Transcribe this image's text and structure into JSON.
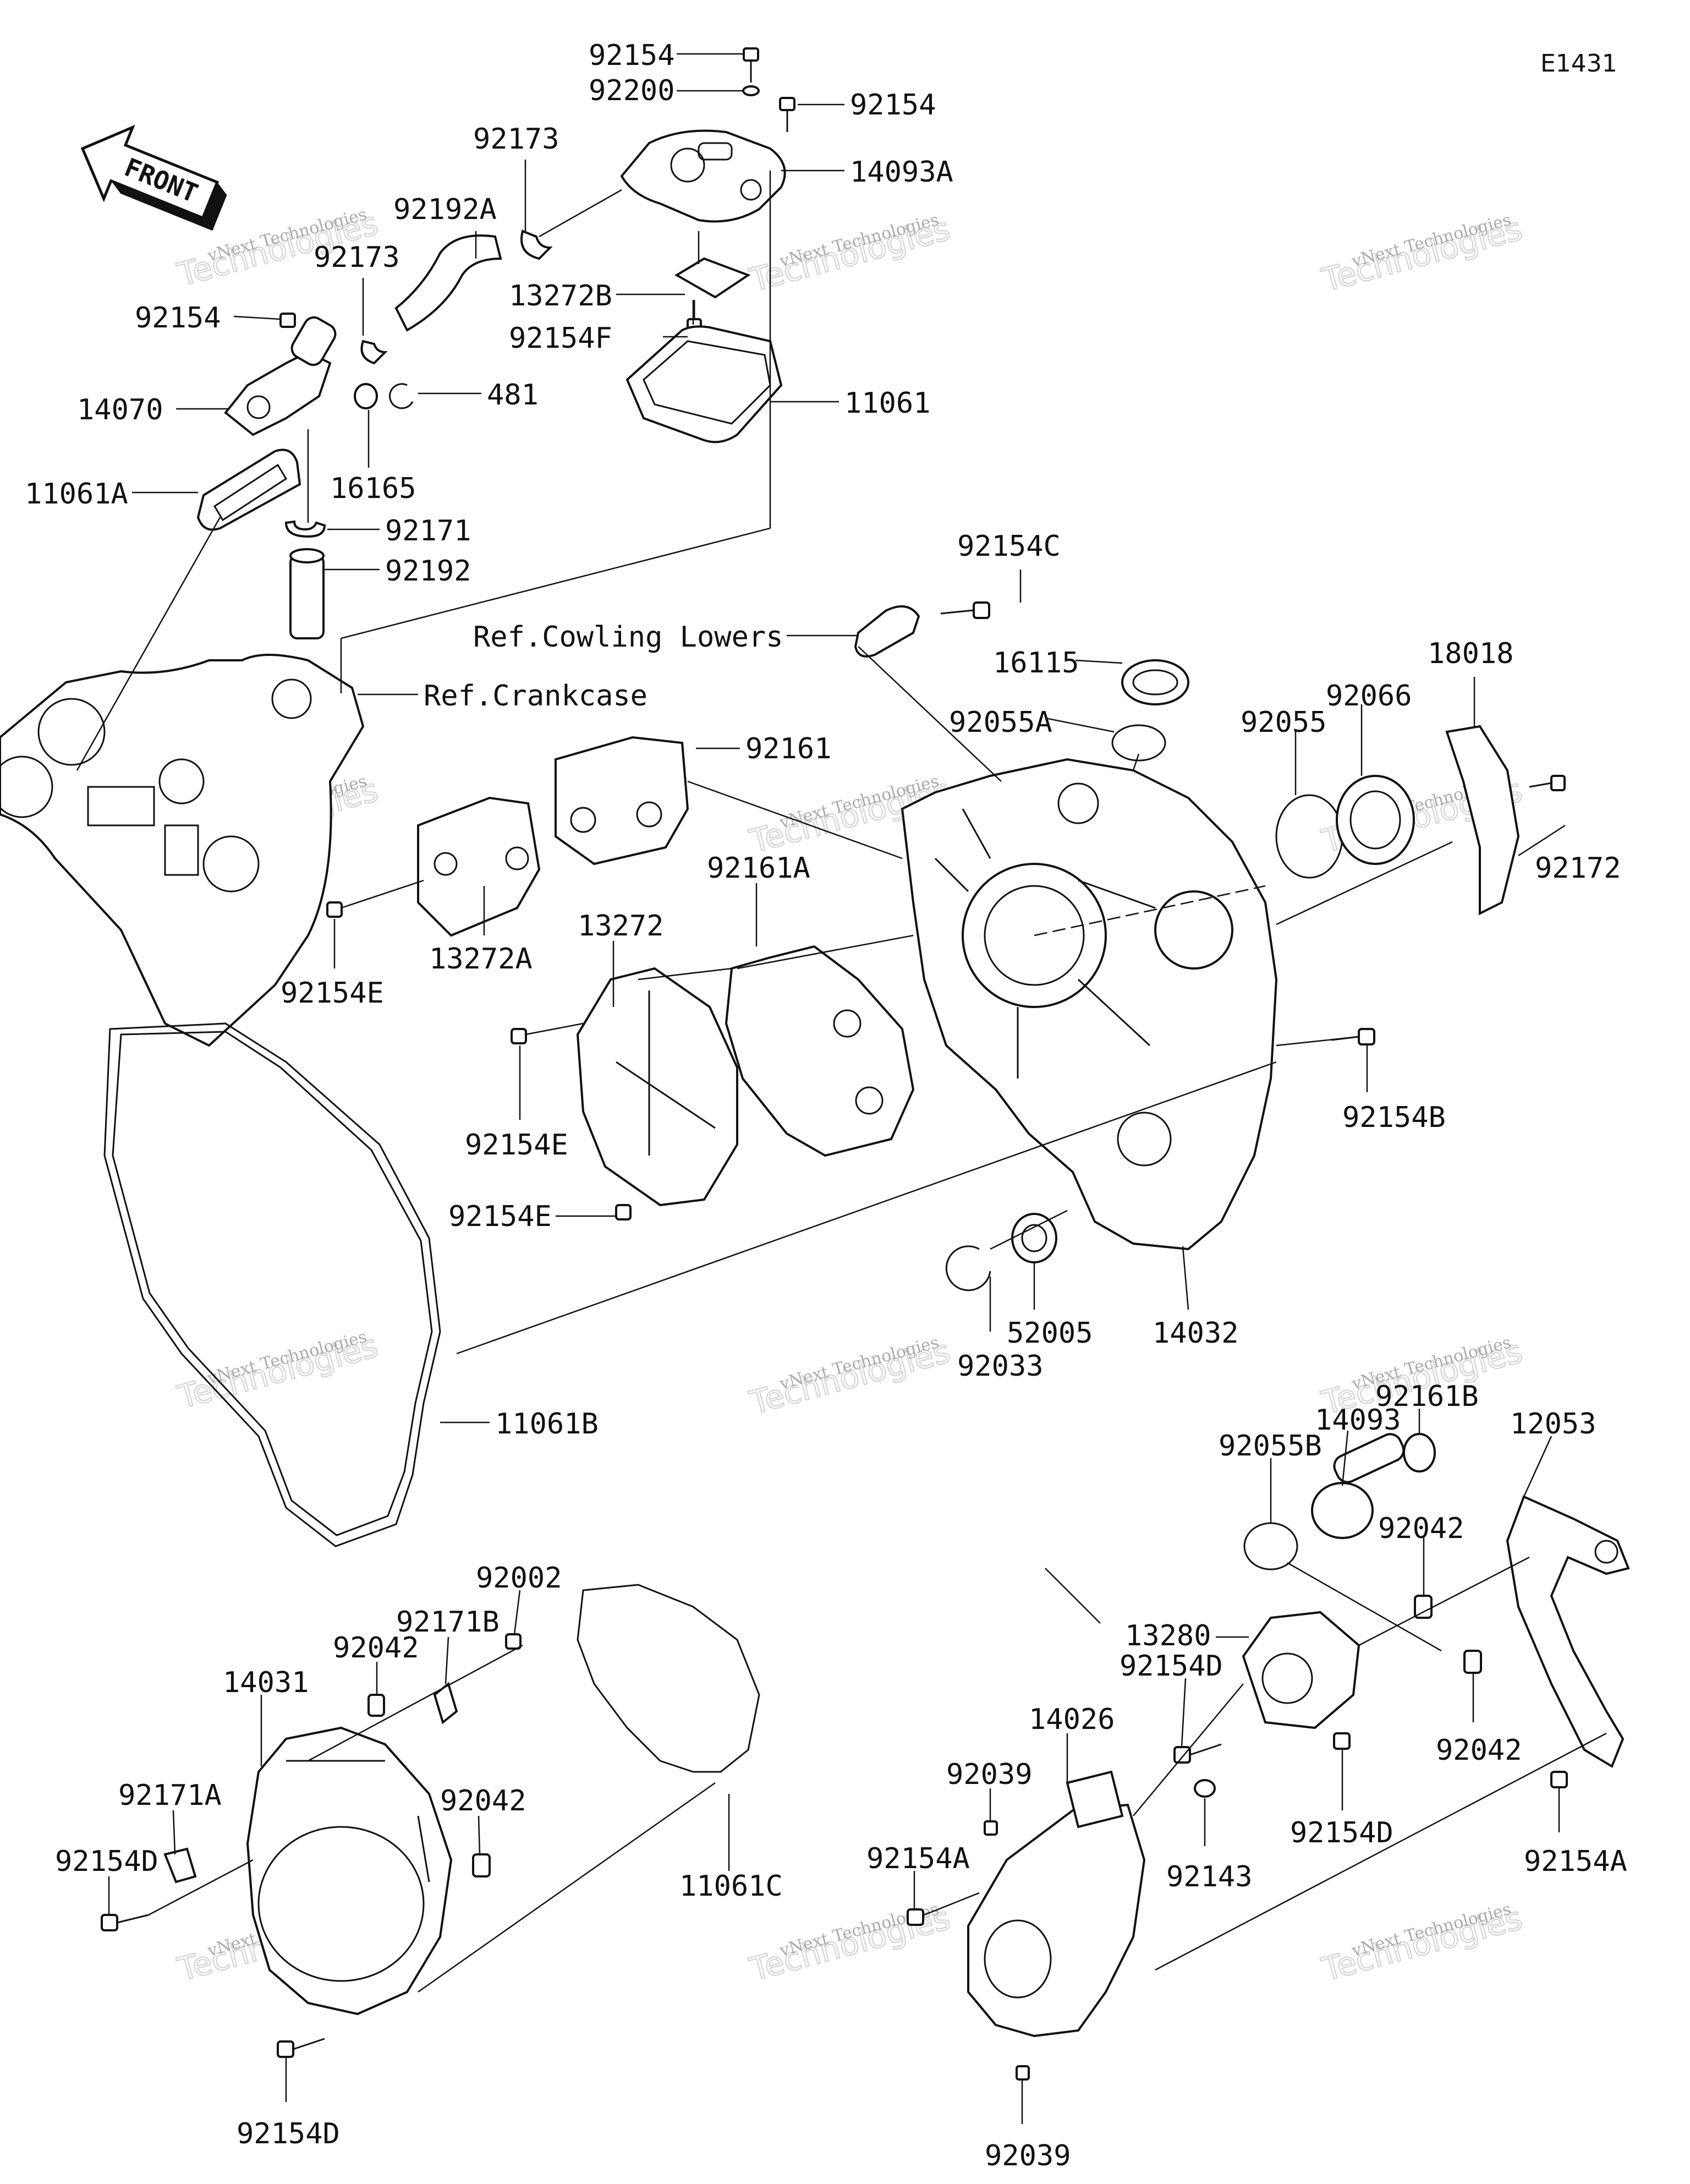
{
  "diagram_code": "E1431",
  "front_arrow_text": "FRONT",
  "watermark": {
    "line1": "vNext Technologies",
    "line2": "Technologies",
    "line3": "vNext"
  },
  "references": {
    "cowling": "Ref.Cowling Lowers",
    "crankcase": "Ref.Crankcase"
  },
  "labels": {
    "p92154_a": "92154",
    "p92200": "92200",
    "p92154_b": "92154",
    "p14093A": "14093A",
    "p92173_a": "92173",
    "p92192A": "92192A",
    "p92173_b": "92173",
    "p13272B": "13272B",
    "p92154_c": "92154",
    "p92154F": "92154F",
    "p14070": "14070",
    "p481": "481",
    "p11061": "11061",
    "p16165": "16165",
    "p11061A": "11061A",
    "p92171": "92171",
    "p92192": "92192",
    "p92154C": "92154C",
    "p16115": "16115",
    "p18018": "18018",
    "p92066": "92066",
    "p92055A": "92055A",
    "p92055": "92055",
    "p92161": "92161",
    "p92172": "92172",
    "p92161A": "92161A",
    "p13272": "13272",
    "p13272A": "13272A",
    "p92154E_a": "92154E",
    "p92154B": "92154B",
    "p92154E_b": "92154E",
    "p92154E_c": "92154E",
    "p52005": "52005",
    "p14032": "14032",
    "p92033": "92033",
    "p92161B": "92161B",
    "p11061B": "11061B",
    "p14093": "14093",
    "p12053": "12053",
    "p92055B": "92055B",
    "p92042_a": "92042",
    "p92002": "92002",
    "p92171B": "92171B",
    "p13280": "13280",
    "p14031": "14031",
    "p92042_b": "92042",
    "p92154D_a": "92154D",
    "p92042_c": "92042",
    "p14026": "14026",
    "p92171A": "92171A",
    "p92039_a": "92039",
    "p92042_d": "92042",
    "p11061C": "11061C",
    "p92154D_b": "92154D",
    "p92154D_c": "92154D",
    "p92154A_a": "92154A",
    "p92143": "92143",
    "p92154A_b": "92154A",
    "p92154D_d": "92154D",
    "p92039_b": "92039"
  }
}
